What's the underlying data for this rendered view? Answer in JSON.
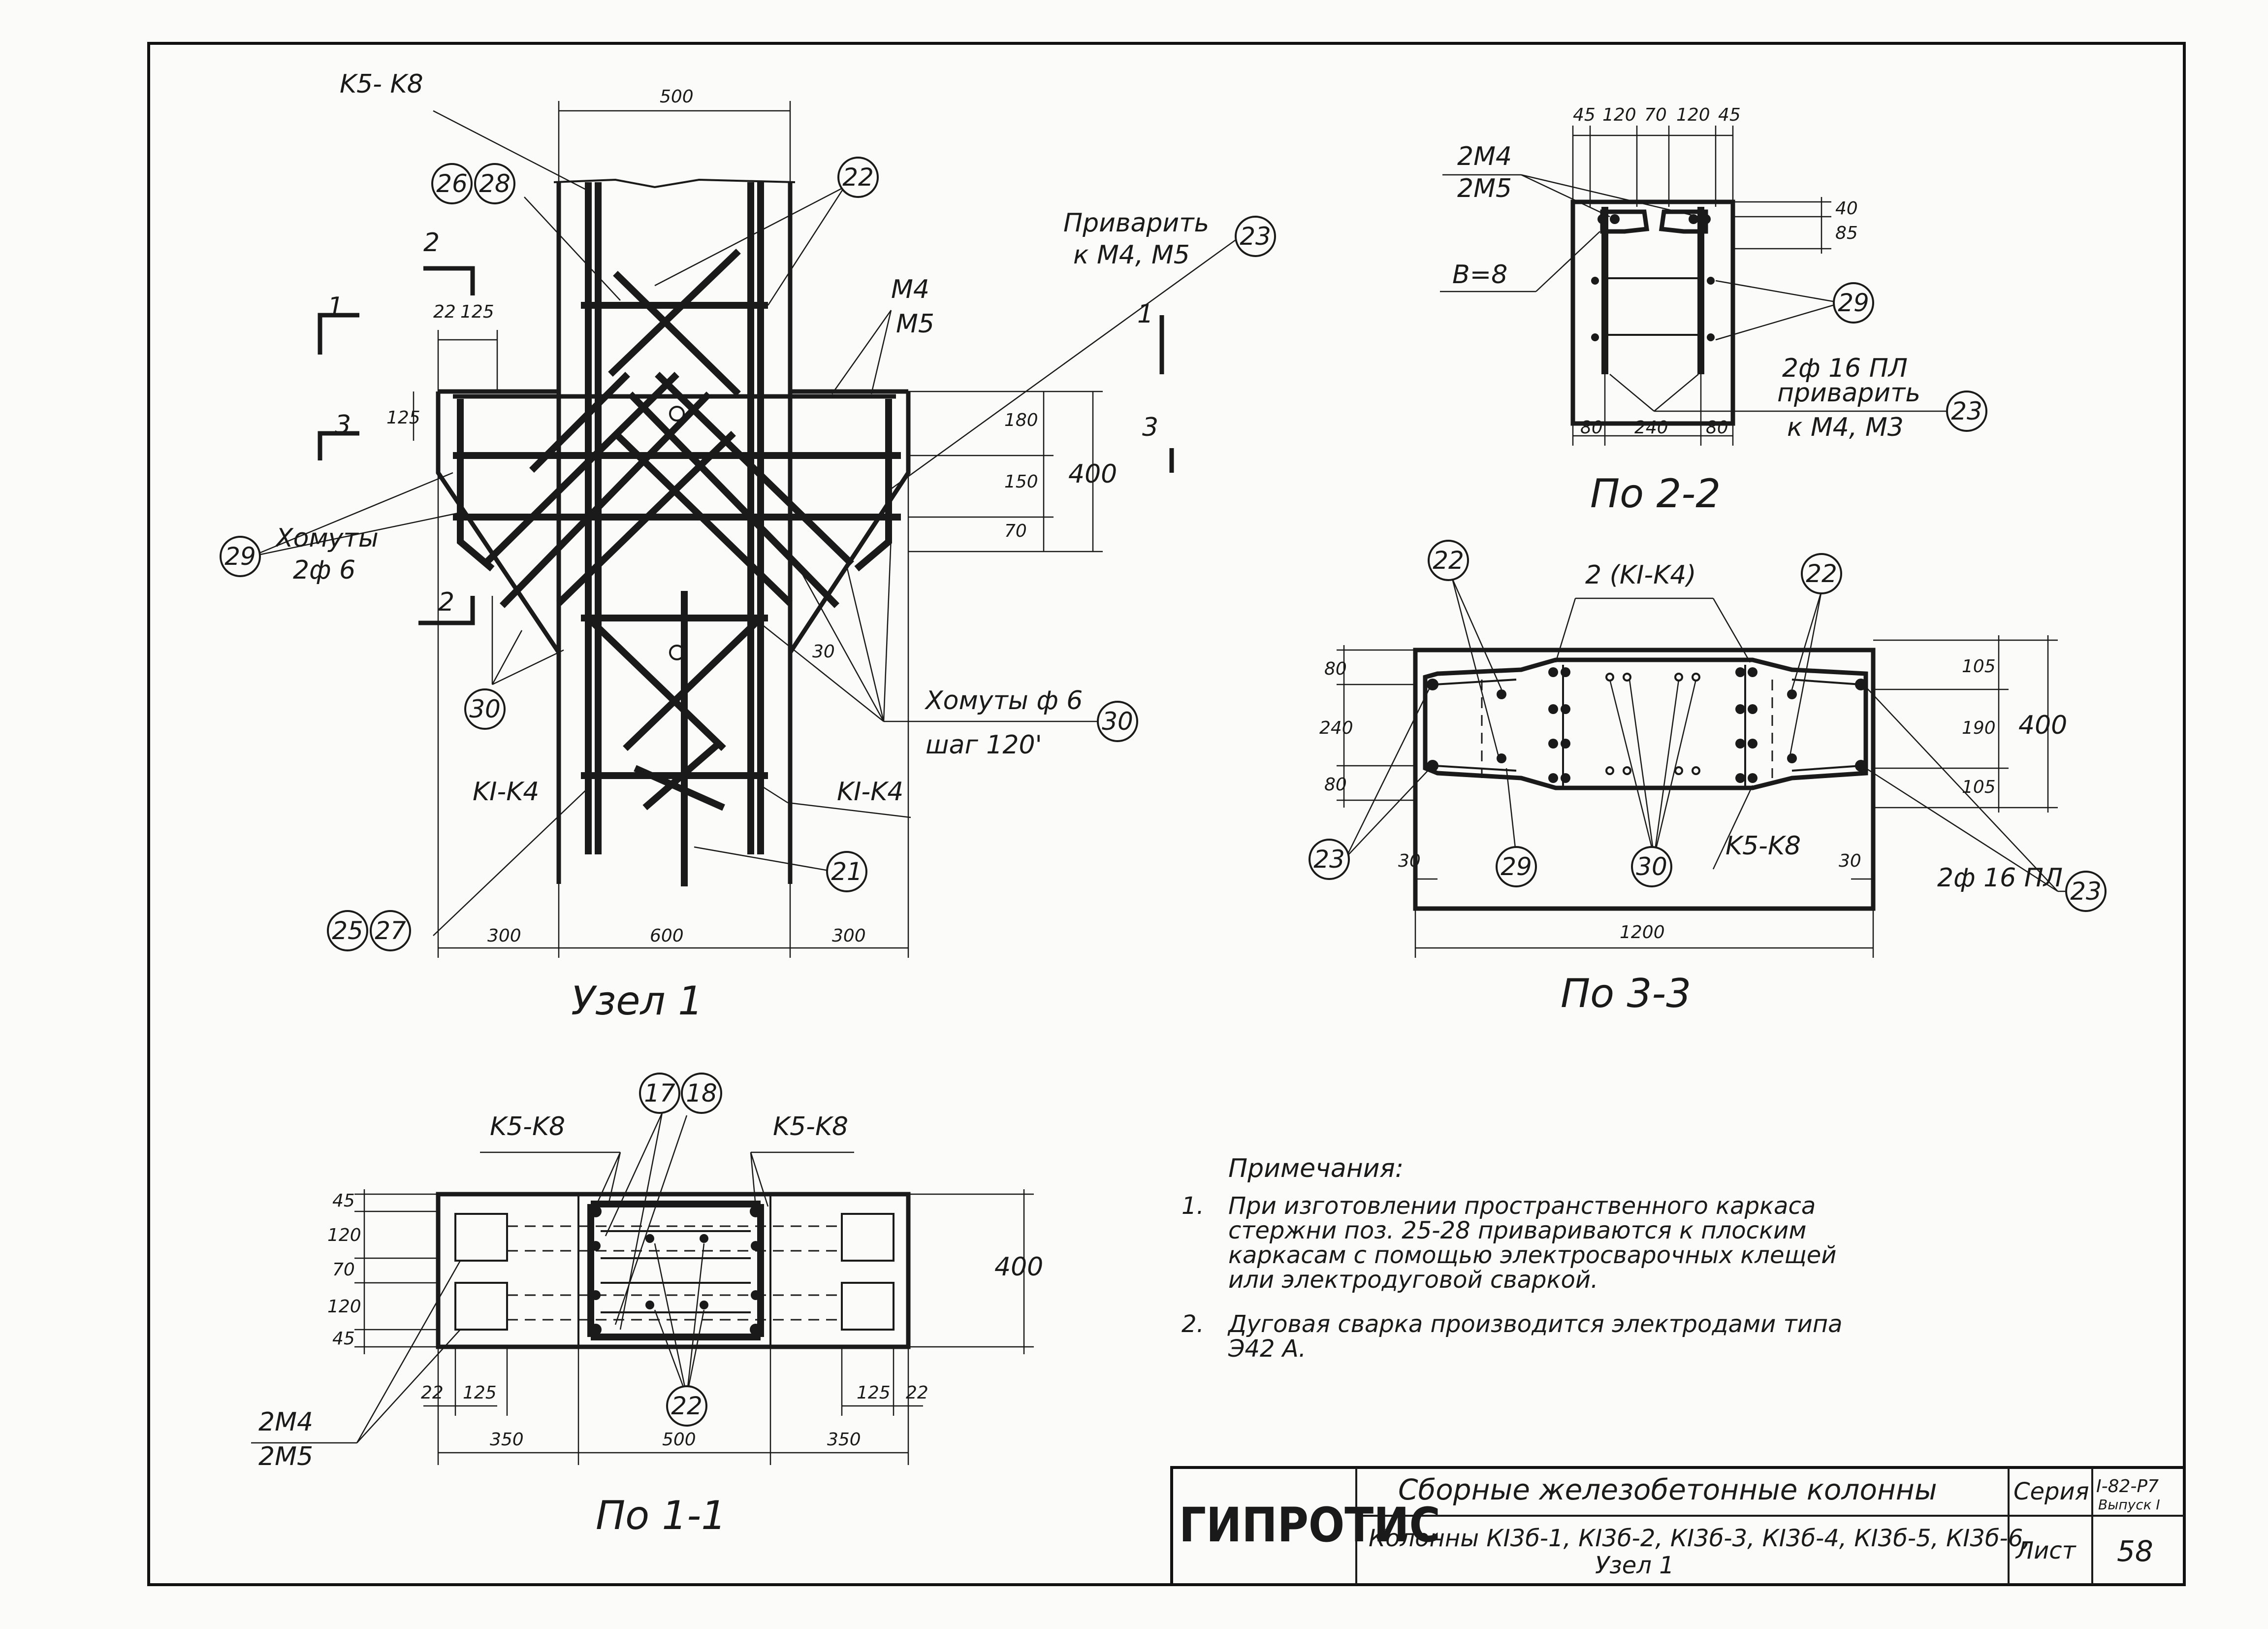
{
  "views": {
    "uzel1": {
      "title": "Узел 1",
      "label_k5k8": "K5- K8",
      "label_k1k4_left": "KI-K4",
      "label_k1k4_right": "KI-K4",
      "weld_note_line1": "Приварить",
      "weld_note_line2": "к М4, М5",
      "m4": "М4",
      "m5": "М5",
      "stirrups_left_line1": "Хомуты",
      "stirrups_left_line2": "2ф 6",
      "stirrups_right_line1": "Хомуты ф 6",
      "stirrups_right_line2": "шаг 120'",
      "section_2": "2",
      "section_1": "1",
      "section_3": "3",
      "dims": {
        "top_500": "500",
        "d22": "22",
        "d125": "125",
        "d125v": "125",
        "d180": "180",
        "d150": "150",
        "d70": "70",
        "d400": "400",
        "d30": "30",
        "b300a": "300",
        "b600": "600",
        "b300b": "300"
      },
      "callouts": [
        "26",
        "28",
        "22",
        "23",
        "29",
        "30",
        "30",
        "25",
        "27",
        "21"
      ]
    },
    "po22": {
      "title": "По 2-2",
      "m4": "2М4",
      "m5": "2М5",
      "b8": "B=8",
      "note_line1": "2ф 16 ПЛ",
      "note_line2": "приварить",
      "note_line3": "к М4, М3",
      "dims": {
        "t45a": "45",
        "t120a": "120",
        "t70": "70",
        "t120b": "120",
        "t45b": "45",
        "r40": "40",
        "r85": "85",
        "b80a": "80",
        "b240": "240",
        "b80b": "80"
      },
      "callouts": [
        "29",
        "23"
      ]
    },
    "po33": {
      "title": "По 3-3",
      "label_k1k4": "2 (KI-K4)",
      "label_k5k8": "K5-K8",
      "label_2f16": "2ф 16 ПЛ",
      "dims": {
        "l80a": "80",
        "l240": "240",
        "l80b": "80",
        "r105a": "105",
        "r190": "190",
        "r105b": "105",
        "r400": "400",
        "b30a": "30",
        "b30b": "30",
        "b1200": "1200"
      },
      "callouts": [
        "22",
        "22",
        "23",
        "29",
        "30",
        "23"
      ]
    },
    "po11": {
      "title": "По 1-1",
      "label_k5k8_left": "K5-K8",
      "label_k5k8_right": "K5-K8",
      "m4": "2М4",
      "m5": "2М5",
      "dims": {
        "l45a": "45",
        "l120a": "120",
        "l70": "70",
        "l120b": "120",
        "l45b": "45",
        "r400": "400",
        "d22a": "22",
        "d125a": "125",
        "d125b": "125",
        "d22b": "22",
        "b350a": "350",
        "b500": "500",
        "b350b": "350"
      },
      "callouts": [
        "17",
        "18",
        "22"
      ]
    }
  },
  "notes": {
    "heading": "Примечания:",
    "n1_num": "1.",
    "n1_line1": "При  изготовлении  пространственного  каркаса",
    "n1_line2": "стержни  поз. 25-28  привариваются  к плоским",
    "n1_line3": "каркасам  с  помощью  электросварочных  клещей",
    "n1_line4": "или  электродуговой  сваркой.",
    "n2_num": "2.",
    "n2_line1": "Дуговая  сварка  производится  электродами  типа",
    "n2_line2": "Э42 А."
  },
  "title_block": {
    "org": "ГИПРОТИС",
    "title": "Сборные  железобетонные  колонны",
    "subtitle_line1": "Колонны КI3б-1, КI3б-2, КI3б-3, КI3б-4, КI3б-5, КI3б-6,",
    "subtitle_line2": "Узел 1",
    "series_label": "Серия",
    "series_value_line1": "I-82-Р7",
    "series_value_line2": "Выпуск I",
    "sheet_label": "Лист",
    "sheet_value": "58"
  }
}
